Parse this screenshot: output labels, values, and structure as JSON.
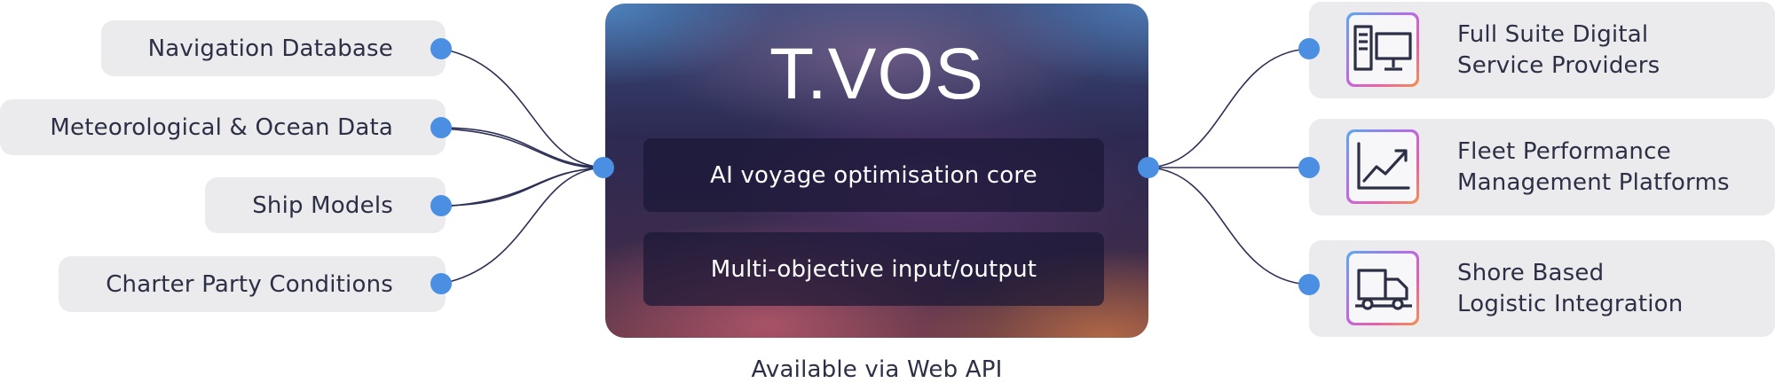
{
  "core": {
    "title": "T.VOS",
    "modules": [
      "AI voyage optimisation core",
      "Multi-objective input/output"
    ],
    "footnote": "Available via Web API"
  },
  "inputs": [
    {
      "label": "Navigation Database"
    },
    {
      "label": "Meteorological & Ocean Data"
    },
    {
      "label": "Ship Models"
    },
    {
      "label": "Charter Party Conditions"
    }
  ],
  "outputs": [
    {
      "line1": "Full Suite Digital",
      "line2": "Service Providers",
      "icon": "computer-icon"
    },
    {
      "line1": "Fleet Performance",
      "line2": "Management Platforms",
      "icon": "chart-trend-icon"
    },
    {
      "line1": "Shore Based",
      "line2": "Logistic Integration",
      "icon": "truck-icon"
    }
  ],
  "colors": {
    "connector_dot": "#4a8fe2",
    "connector_line": "#2c2f55",
    "pill_background": "#ebebed",
    "text": "#2c2f45"
  }
}
